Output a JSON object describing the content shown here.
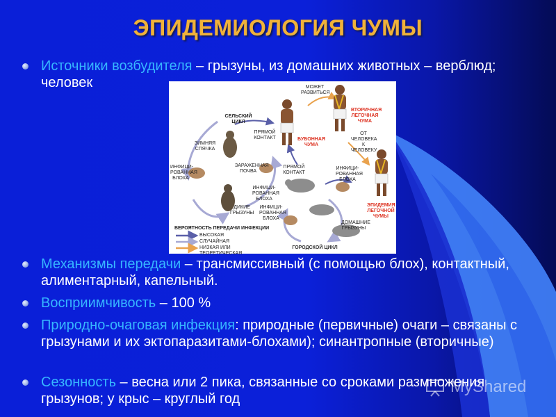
{
  "slide": {
    "title": "ЭПИДЕМИОЛОГИЯ ЧУМЫ"
  },
  "bullets": [
    {
      "highlight": "Источники возбудителя",
      "text": " – грызуны, из домашних животных – верблюд; человек"
    },
    {
      "highlight": "Механизмы передачи",
      "text": " – трансмиссивный (с помощью блох), контактный,  алиментарный,  капельный."
    },
    {
      "highlight": "Восприимчивость",
      "text": " – 100 %"
    },
    {
      "highlight": "Природно-очаговая инфекция",
      "text": ": природные (первичные) очаги – связаны с грызунами и их эктопаразитами-блохами); синантропные (вторичные)"
    },
    {
      "highlight": "Сезонность",
      "text": " – весна  или 2 пика, связанные со сроками размножения грызунов; у крыс – круглый год"
    }
  ],
  "figure": {
    "labels": {
      "rural_cycle": "СЕЛЬСКИЙ ЦИКЛ",
      "direct_contact_1": "ПРЯМОЙ КОНТАКТ",
      "bubonic": "БУБОННАЯ ЧУМА",
      "may_develop": "МОЖЕТ РАЗВИТЬСЯ",
      "secondary_pneumonic": "ВТОРИЧНАЯ ЛЕГОЧНАЯ ЧУМА",
      "human_to_human": "ОТ ЧЕЛОВЕКА К ЧЕЛОВЕКУ",
      "hibernation": "ЗИМНЯЯ СПЯЧКА",
      "infected_soil": "ЗАРАЖЕННАЯ ПОЧВА",
      "infected_flea_1": "ИНФИЦИ-РОВАННАЯ БЛОХА",
      "direct_contact_2": "ПРЯМОЙ КОНТАКТ",
      "infected_flea_2": "ИНФИЦИ-РОВАННАЯ БЛОХА",
      "infected_flea_3": "ИНФИЦИ-РОВАННАЯ БЛОХА",
      "wild_rodents": "ДИКИЕ ГРЫЗУНЫ",
      "infected_flea_4": "ИНФИЦИ-РОВАННАЯ БЛОХА",
      "domestic_rodents": "ДОМАШНИЕ ГРЫЗУНЫ",
      "pneumonic_epidemic": "ЭПИДЕМИЯ ЛЕГОЧНОЙ ЧУМЫ",
      "urban_cycle": "ГОРОДСКОЙ ЦИКЛ",
      "legend_title": "ВЕРОЯТНОСТЬ ПЕРЕДАЧИ ИНФЕКЦИИ",
      "legend_high": "ВЫСОКАЯ",
      "legend_random": "СЛУЧАЙНАЯ",
      "legend_low": "НИЗКАЯ ИЛИ ТЕОРЕТИЧЕСКАЯ"
    },
    "colors": {
      "high": "#5a5fa8",
      "random": "#a7a9d4",
      "low": "#e9a24d",
      "red_text": "#d32f2f"
    }
  },
  "watermark": {
    "text": "MyShared",
    "icon": "presentation-board-icon"
  },
  "theme": {
    "title_color": "#f0b23a",
    "highlight_color": "#36b6ff",
    "text_color": "#ffffff"
  }
}
